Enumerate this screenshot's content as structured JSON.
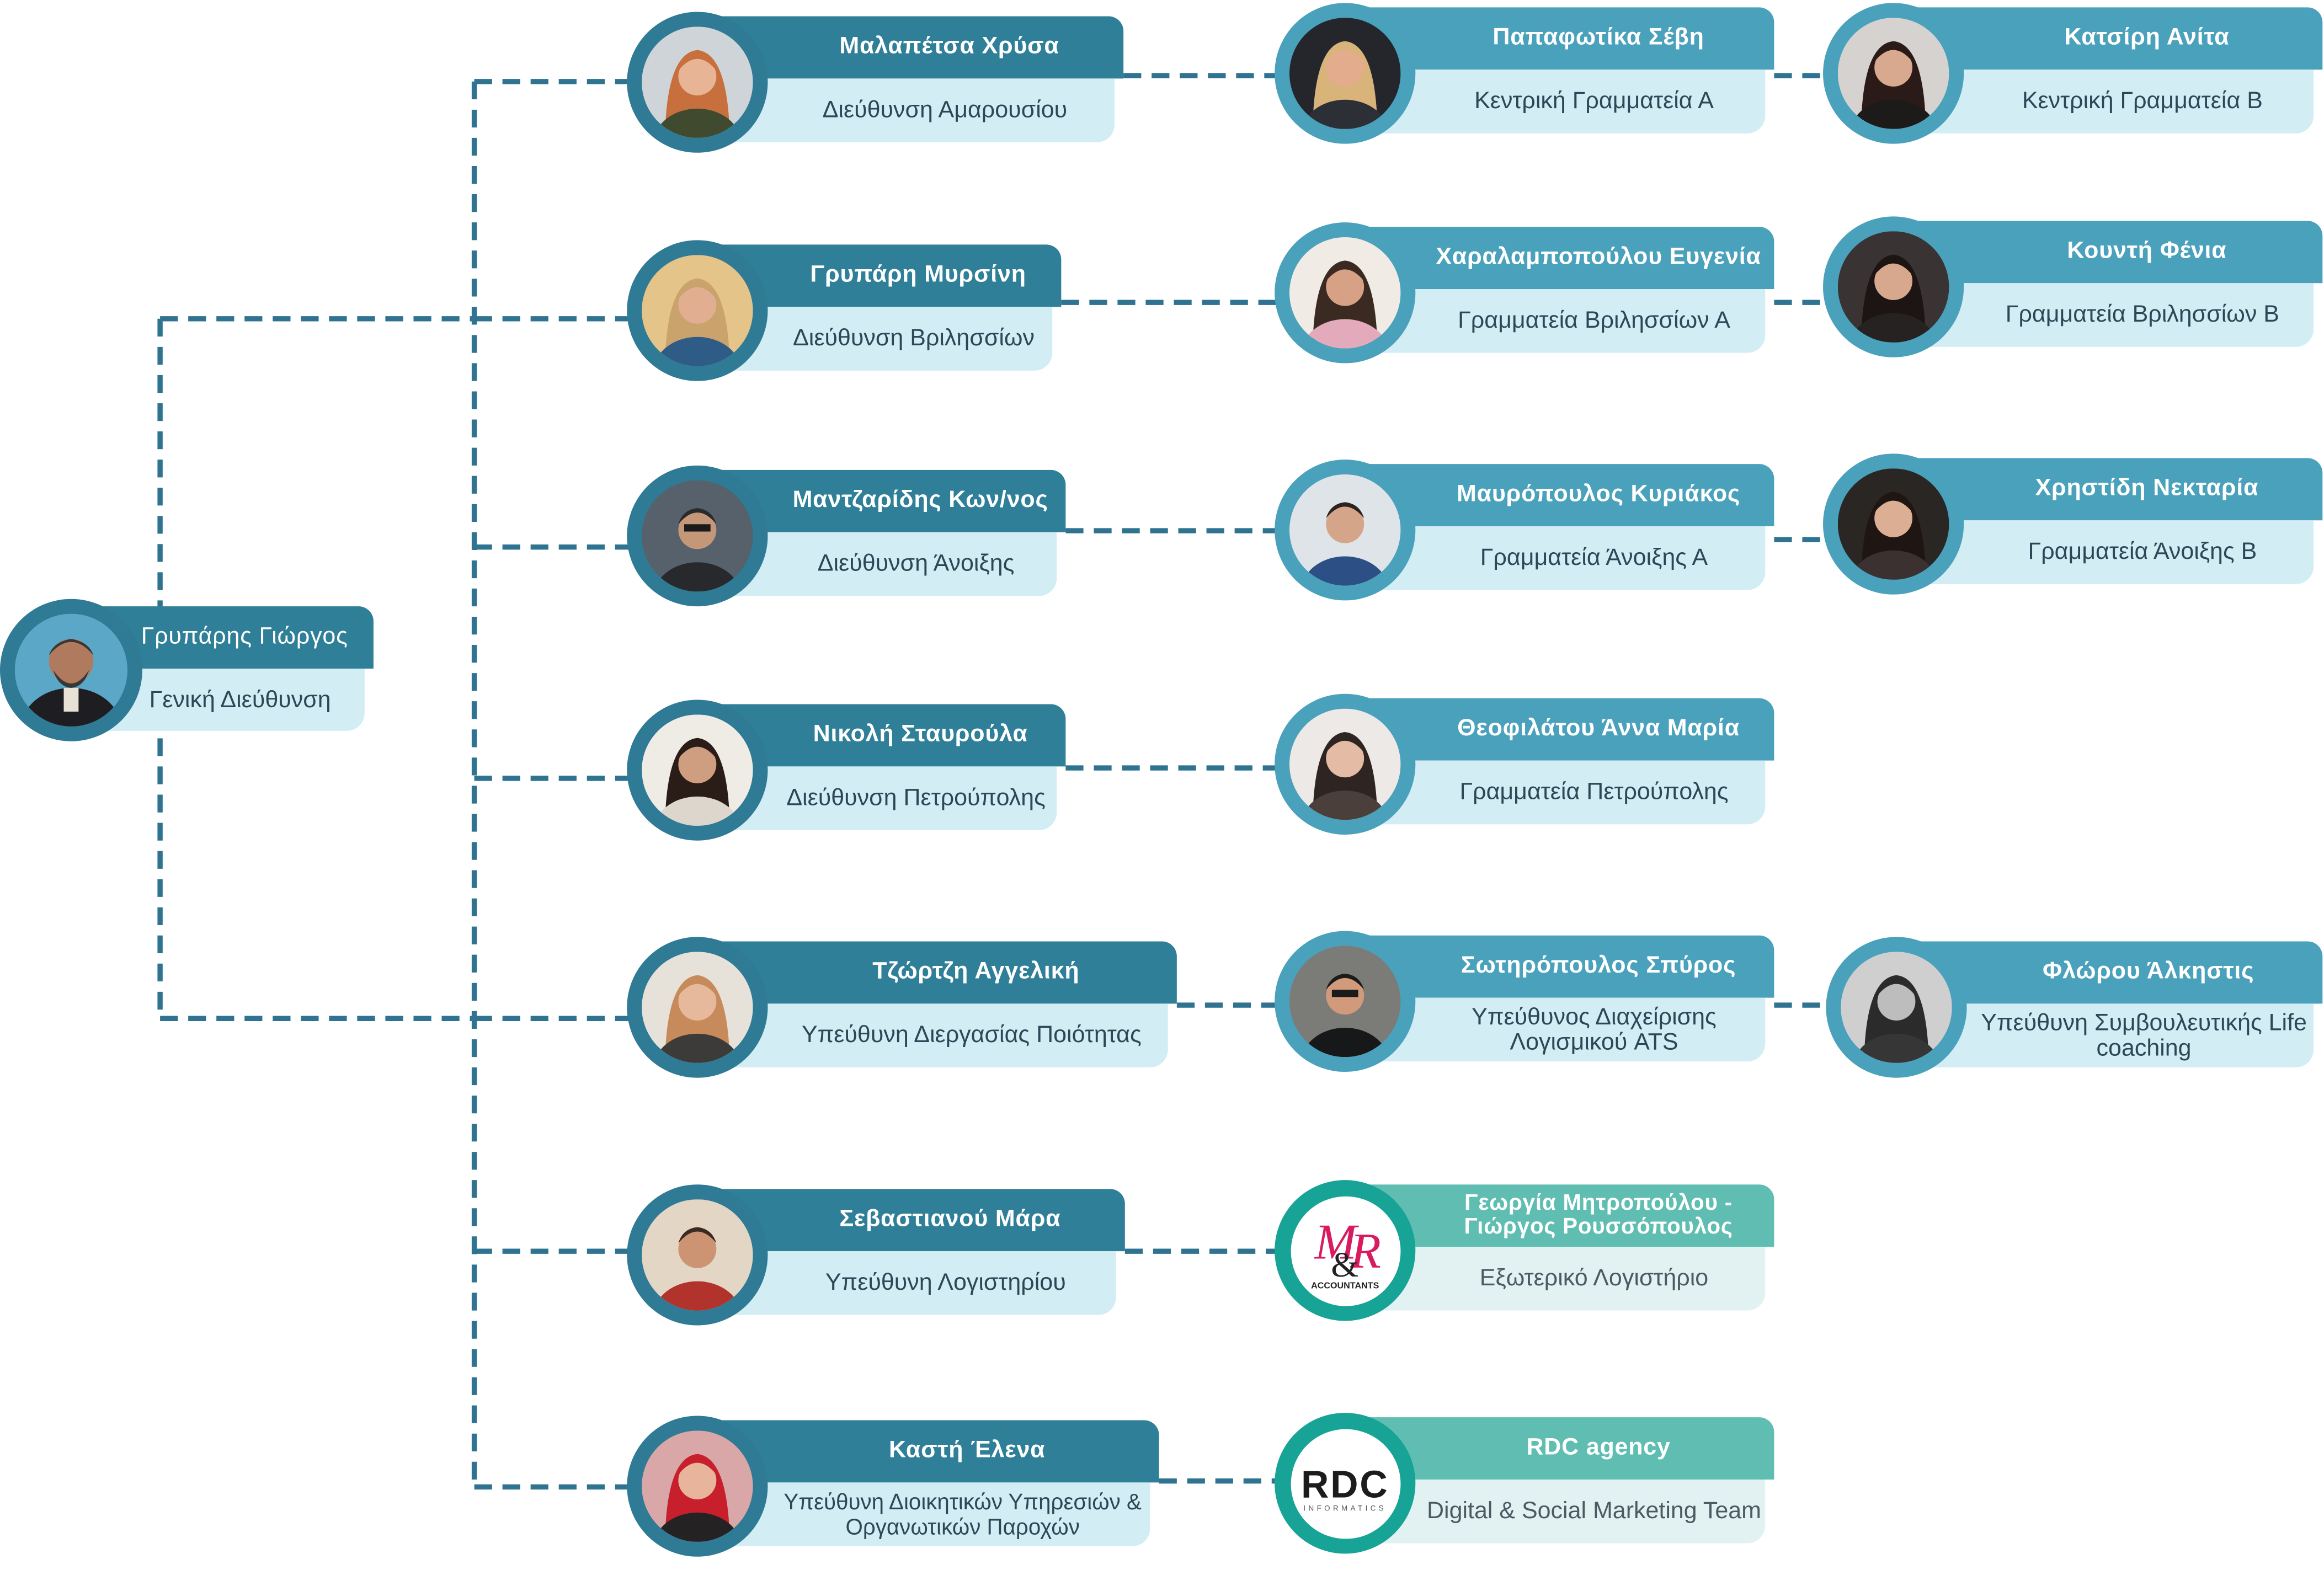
{
  "colors": {
    "connector": "#2f7391",
    "title_dark": "#2f7f98",
    "title_top": "#4aa1bc",
    "title_teal": "#5fbeb1",
    "sub_bg": "#d3edf5",
    "sub_bg_light": "#e2f1f2",
    "ring_dark": "#2f7a94",
    "ring_light": "#4aa1bc",
    "ring_teal": "#17a395",
    "text": "#2d4756"
  },
  "root": {
    "name": "Γρυπάρης Γιώργος",
    "role": "Γενική Διεύθυνση"
  },
  "directors": [
    {
      "name": "Μαλαπέτσα Χρύσα",
      "role": "Διεύθυνση Αμαρουσίου"
    },
    {
      "name": "Γρυπάρη Μυρσίνη",
      "role": "Διεύθυνση Βριλησσίων"
    },
    {
      "name": "Μαντζαρίδης Κων/νος",
      "role": "Διεύθυνση Άνοιξης"
    },
    {
      "name": "Νικολή Σταυρούλα",
      "role": "Διεύθυνση Πετρούπολης"
    },
    {
      "name": "Τζώρτζη Αγγελική",
      "role": "Υπεύθυνη  Διεργασίας Ποιότητας"
    },
    {
      "name": "Σεβαστιανού Μάρα",
      "role": "Υπεύθυνη Λογιστηρίου"
    },
    {
      "name": "Καστή Έλενα",
      "role": "Υπεύθυνη Διοικητικών Υπηρεσιών & Οργανωτικών Παροχών"
    }
  ],
  "staff_a": [
    {
      "name": "Παπαφωτίκα Σέβη",
      "role": "Κεντρική Γραμματεία Α"
    },
    {
      "name": "Χαραλαμποπούλου Ευγενία",
      "role": "Γραμματεία Βριλησσίων Α"
    },
    {
      "name": "Μαυρόπουλος Κυριάκος",
      "role": "Γραμματεία Άνοιξης Α"
    },
    {
      "name": "Θεοφιλάτου Άννα Μαρία",
      "role": "Γραμματεία Πετρούπολης"
    },
    {
      "name": "Σωτηρόπουλος Σπύρος",
      "role": "Υπεύθυνος Διαχείρισης Λογισμικού ATS"
    },
    {
      "name": "Γεωργία Μητροπούλου - Γιώργος Ρουσσόπουλος",
      "role": "Εξωτερικό Λογιστήριο",
      "logo": "m-and-r-accountants-logo",
      "logo_caption": "ACCOUNTANTS"
    },
    {
      "name": "RDC agency",
      "role": "Digital & Social Marketing Team",
      "logo": "rdc-informatics-logo",
      "logo_text": "RDC",
      "logo_caption": "INFORMATICS"
    }
  ],
  "staff_b": [
    {
      "name": "Κατσίρη Ανίτα",
      "role": "Κεντρική Γραμματεία Β"
    },
    {
      "name": "Κουντή Φένια",
      "role": "Γραμματεία Βριλησσίων Β"
    },
    {
      "name": "Χρηστίδη Νεκταρία",
      "role": "Γραμματεία Άνοιξης Β"
    },
    {
      "name": "Φλώρου Άλκηστις",
      "role": "Υπεύθυνη Συμβουλευτικής Life coaching"
    }
  ]
}
